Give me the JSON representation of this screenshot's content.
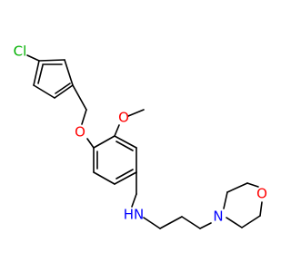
{
  "molecule": {
    "atom_labels": {
      "chlorine": "Cl",
      "ether_oxygen": "O",
      "methoxy_oxygen": "O",
      "amine": "HN",
      "morpholine_nitrogen": "N",
      "morpholine_oxygen": "O"
    },
    "colors": {
      "chlorine": "#00b000",
      "oxygen": "#ff0000",
      "nitrogen": "#0000ff",
      "bond": "#000000"
    }
  }
}
